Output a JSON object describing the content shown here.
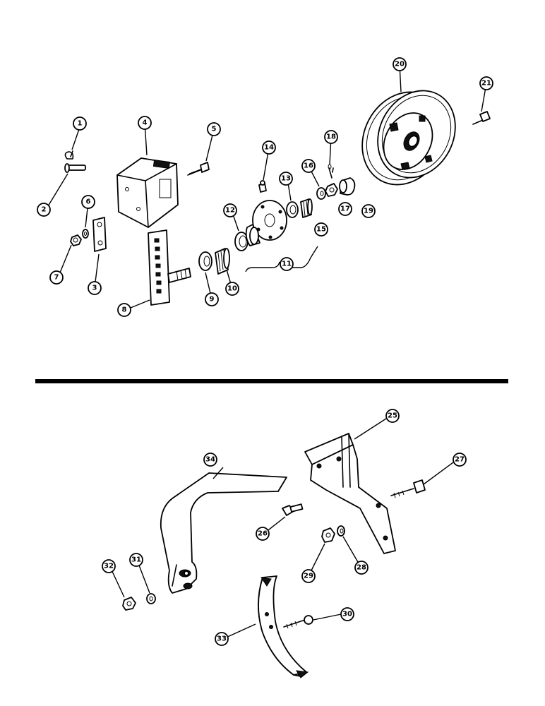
{
  "callouts": {
    "c1": "1",
    "c2": "2",
    "c3": "3",
    "c4": "4",
    "c5": "5",
    "c6": "6",
    "c7": "7",
    "c8": "8",
    "c9": "9",
    "c10": "10",
    "c11": "11",
    "c12": "12",
    "c13": "13",
    "c14": "14",
    "c15": "15",
    "c16": "16",
    "c17": "17",
    "c18": "18",
    "c19": "19",
    "c20": "20",
    "c21": "21",
    "c25": "25",
    "c26": "26",
    "c27": "27",
    "c28": "28",
    "c29": "29",
    "c30": "30",
    "c31": "31",
    "c32": "32",
    "c33": "33",
    "c34": "34"
  }
}
